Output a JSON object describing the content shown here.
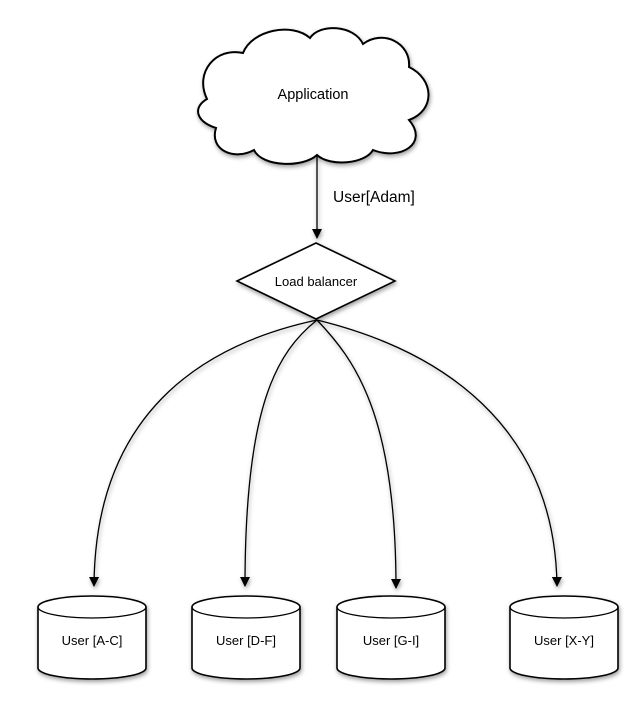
{
  "diagram": {
    "nodes": {
      "application": {
        "label": "Application",
        "shape": "cloud"
      },
      "load_balancer": {
        "label": "Load balancer",
        "shape": "diamond"
      }
    },
    "edge_labels": {
      "app_to_lb": "User[Adam]"
    },
    "shards": [
      {
        "label": "User [A-C]"
      },
      {
        "label": "User [D-F]"
      },
      {
        "label": "User [G-I]"
      },
      {
        "label": "User [X-Y]"
      }
    ],
    "colors": {
      "stroke": "#000000",
      "fill": "#ffffff",
      "background": "#ffffff",
      "text": "#000000"
    }
  }
}
